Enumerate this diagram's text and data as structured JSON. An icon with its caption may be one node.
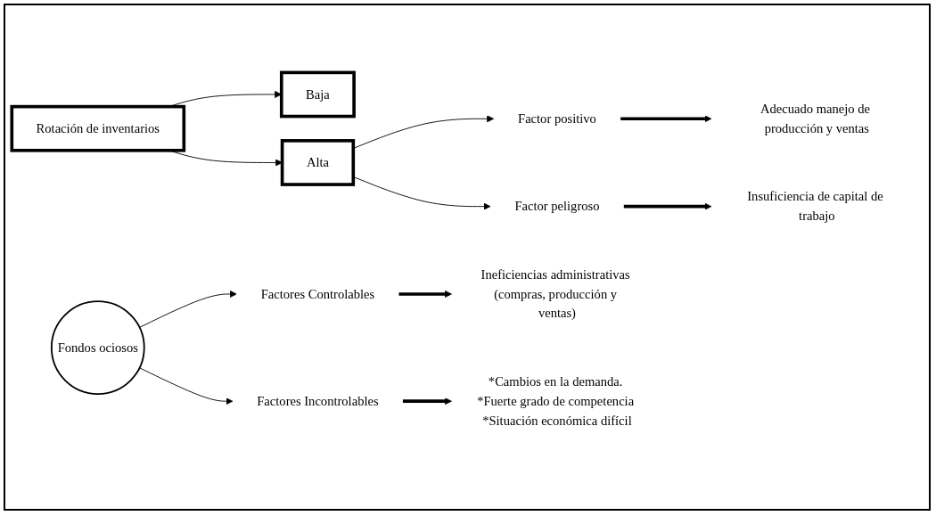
{
  "diagram": {
    "nodes": [
      {
        "text": [
          "Baja"
        ]
      },
      {
        "text": [
          "Rotación de inventarios"
        ]
      },
      {
        "text": [
          "Alta"
        ]
      },
      {
        "text": [
          "Fondos ociosos"
        ]
      },
      {
        "text": [
          "Factores Controlables"
        ]
      },
      {
        "text": [
          "Factores Incontrolables"
        ]
      },
      {
        "text": [
          "Ineficiencias administrativas (compras, producción y ventas)"
        ]
      },
      {
        "text": [
          "*Cambios en la demanda. *Fuerte grado de competencia *Situación económica difícil"
        ]
      },
      {
        "text": [
          "Factor positivo"
        ]
      },
      {
        "text": [
          "Factor peligroso"
        ]
      },
      {
        "text": [
          "Adecuado manejo de producción y ventas"
        ]
      },
      {
        "text": [
          "Insuficiencia de capital de trabajo"
        ]
      }
    ],
    "edges": [
      {
        "from": 1,
        "to": 0,
        "arrow": "to"
      },
      {
        "from": 1,
        "to": 2,
        "arrow": "to"
      },
      {
        "from": 3,
        "to": 4,
        "arrow": "to"
      },
      {
        "from": 3,
        "to": 5,
        "arrow": "to"
      },
      {
        "from": 4,
        "to": 6,
        "arrow": "to",
        "style": "thick"
      },
      {
        "from": 5,
        "to": 7,
        "arrow": "to",
        "style": "thick"
      },
      {
        "from": 2,
        "to": 8,
        "arrow": "to"
      },
      {
        "from": 2,
        "to": 9,
        "arrow": "to"
      },
      {
        "from": 8,
        "to": 10,
        "arrow": "to",
        "style": "thick"
      },
      {
        "from": 9,
        "to": 11,
        "arrow": "to",
        "style": "thick"
      }
    ]
  }
}
